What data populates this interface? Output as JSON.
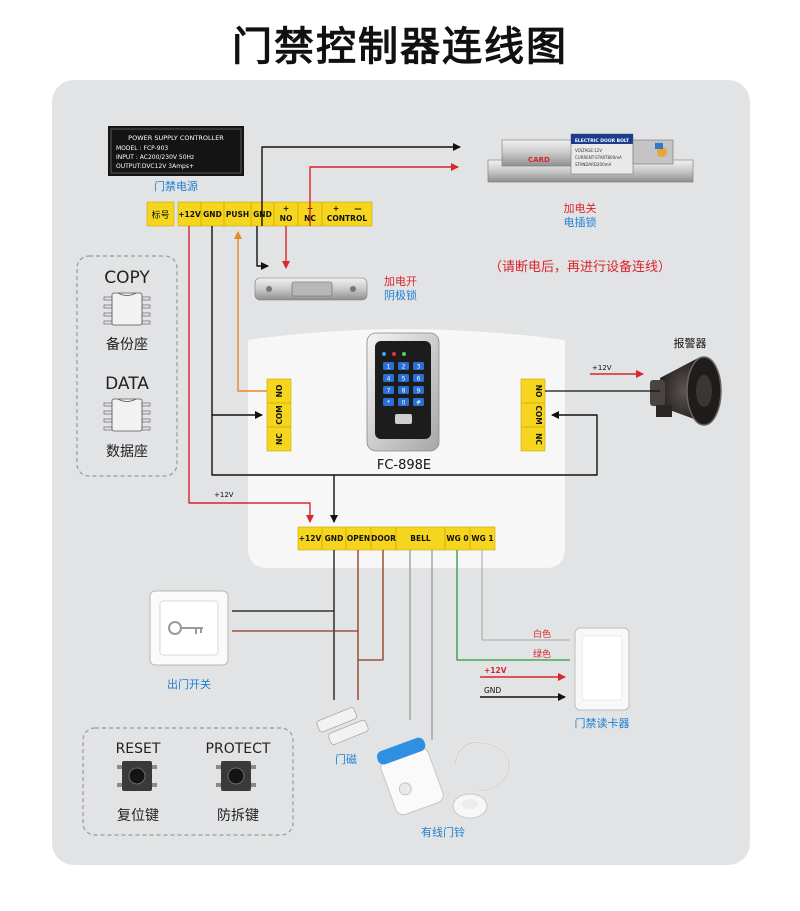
{
  "title": "门禁控制器连线图",
  "power_supply": {
    "plate_lines": [
      "POWER SUPPLY CONTROLLER",
      "MODEL : FCP-903",
      "INPUT    : AC200/230V   50Hz",
      "OUTPUT:DVC12V  3Amps+"
    ],
    "caption": "门禁电源",
    "tag_label": "标号",
    "terminals": [
      "+12V",
      "GND",
      "PUSH",
      "GND",
      "+",
      "NO",
      "+",
      "NC",
      "+",
      "—",
      "CONTROL"
    ]
  },
  "bolt_lock": {
    "brand": "CARD",
    "plate_text": "ELECTRIC DOOR BOLT",
    "label_lines": [
      "VOLTAGE:12V",
      "CURRENT:START800mA",
      "STANDARD200mA"
    ],
    "caption_red": "加电关",
    "caption_blue": "电插锁"
  },
  "strike_lock": {
    "caption_red": "加电开",
    "caption_blue": "阴极锁"
  },
  "notice": "（请断电后，再进行设备连线）",
  "chips": {
    "copy_label": "COPY",
    "copy_caption": "备份座",
    "data_label": "DATA",
    "data_caption": "数据座"
  },
  "keypad": {
    "model": "FC-898E",
    "keys": [
      "1",
      "2",
      "3",
      "4",
      "5",
      "6",
      "7",
      "8",
      "9",
      "*",
      "0",
      "#"
    ]
  },
  "relay_left": [
    "NO",
    "COM",
    "NC"
  ],
  "relay_right": [
    "NO",
    "COM",
    "NC"
  ],
  "alarm": {
    "caption": "报警器",
    "voltage_label": "+12V"
  },
  "main_terminals": {
    "voltage_label": "+12V",
    "labels": [
      "+12V",
      "GND",
      "OPEN",
      "DOOR",
      "BELL",
      "WG 0",
      "WG 1"
    ]
  },
  "exit_button": {
    "caption": "出门开关"
  },
  "reader": {
    "caption": "门禁读卡器",
    "white_label": "白色",
    "green_label": "绿色",
    "plus_label": "+12V",
    "gnd_label": "GND"
  },
  "door_sensor": {
    "caption": "门磁"
  },
  "doorbell": {
    "caption": "有线门铃"
  },
  "buttons": {
    "reset_label": "RESET",
    "reset_caption": "复位键",
    "protect_label": "PROTECT",
    "protect_caption": "防拆键"
  },
  "colors": {
    "red": "#d8262d",
    "blue": "#1e7fd0",
    "yellow": "#f5d51e",
    "panel": "#e2e3e5"
  }
}
